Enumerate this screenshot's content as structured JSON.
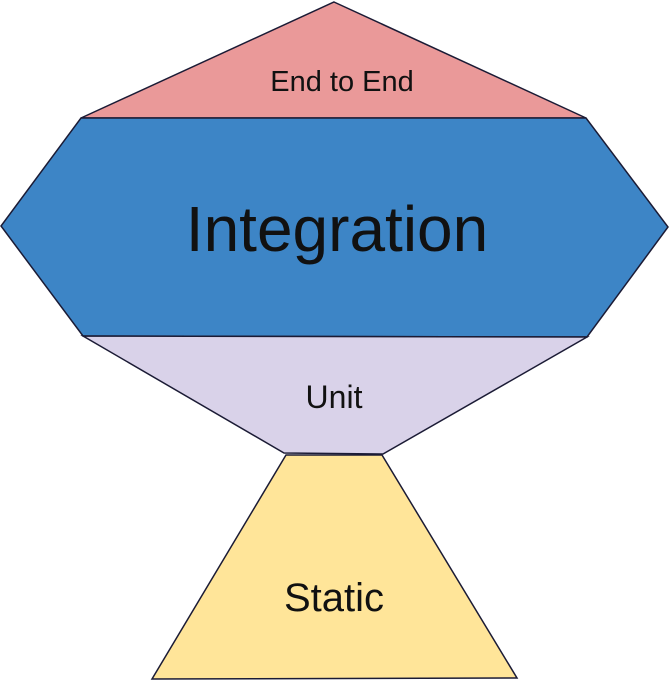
{
  "diagram": {
    "kind": "testing-trophy",
    "background_color": "#ffffff",
    "stroke_color": "#1b1b35",
    "text_color": "#111111",
    "layers": {
      "end_to_end": {
        "label": "End to End",
        "color": "#ea9999"
      },
      "integration": {
        "label": "Integration",
        "color": "#3d85c6"
      },
      "unit": {
        "label": "Unit",
        "color": "#d9d2e9"
      },
      "static": {
        "label": "Static",
        "color": "#ffe599"
      }
    }
  }
}
